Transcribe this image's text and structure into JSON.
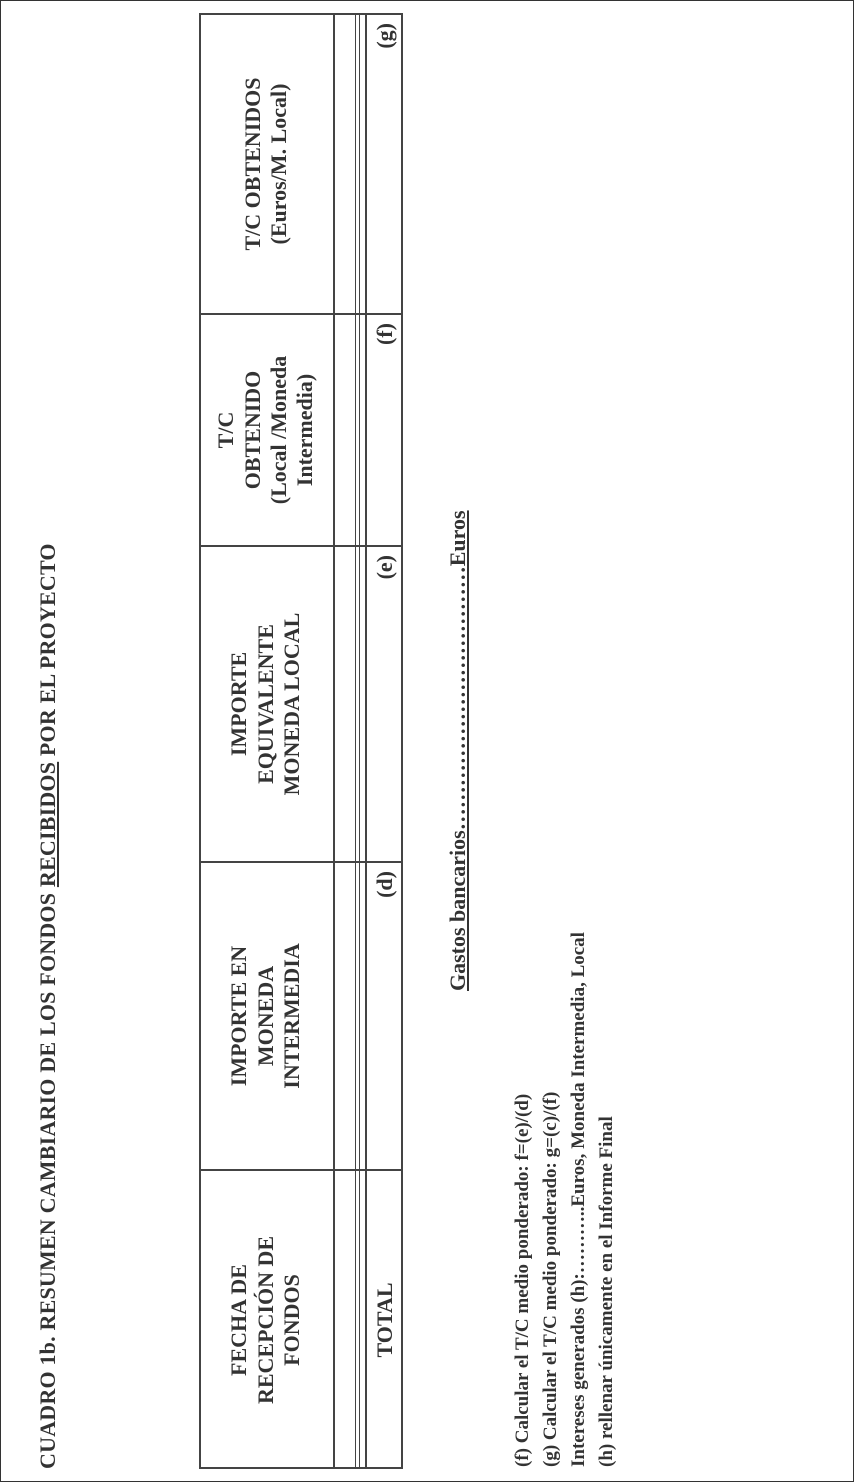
{
  "title": {
    "prefix": "CUADRO 1b. RESUMEN CAMBIARIO DE LOS FONDOS ",
    "underlined": "RECIBIDOS",
    "suffix": " POR EL PROYECTO"
  },
  "table": {
    "headers": [
      "FECHA DE\nRECEPCIÓN DE\nFONDOS",
      "IMPORTE EN\nMONEDA\nINTERMEDIA",
      "IMPORTE\nEQUIVALENTE\nMONEDA LOCAL",
      "T/C\nOBTENIDO\n(Local /Moneda\nIntermedia)",
      "T/C OBTENIDOS\n(Euros/M. Local)"
    ],
    "total_row": [
      "TOTAL",
      "(d)",
      "(e)",
      "(f)",
      "(g)"
    ]
  },
  "gastos": "Gastos bancarios………………………………Euros",
  "notes": [
    "(f) Calcular el T/C medio ponderado: f=(e)/(d)",
    "(g) Calcular el T/C medio ponderado: g=(c)/(f)",
    "Intereses generados (h):………..Euros, Moneda Intermedia, Local",
    "(h) rellenar únicamente en el Informe Final"
  ]
}
